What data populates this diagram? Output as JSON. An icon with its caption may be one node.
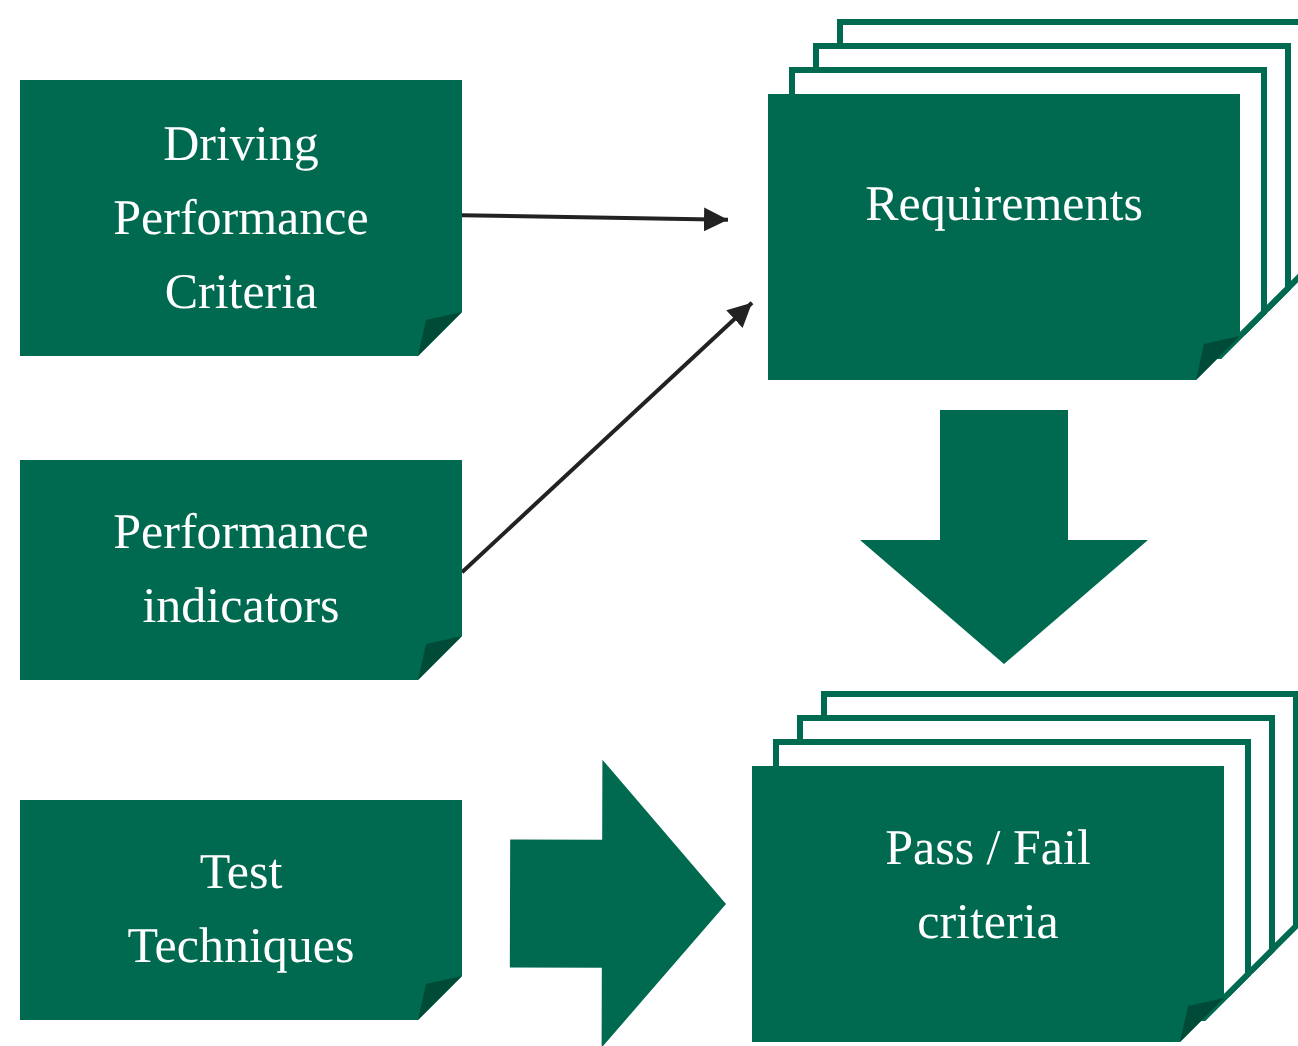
{
  "diagram": {
    "nodes": [
      {
        "text": [
          "Driving Performance Criteria"
        ]
      },
      {
        "text": [
          "Performance indicators"
        ]
      },
      {
        "text": [
          "Test Techniques"
        ]
      },
      {
        "text": [
          "Requirements"
        ]
      },
      {
        "text": [
          "Pass / Fail criteria"
        ]
      }
    ],
    "edges": [
      {
        "from": 0,
        "to": 3,
        "arrow": "to"
      },
      {
        "from": 1,
        "to": 3,
        "arrow": "to"
      },
      {
        "from": 3,
        "to": 4,
        "arrow": "to",
        "style": "thick",
        "color": "#006a51"
      },
      {
        "from": 2,
        "to": 4,
        "arrow": "to",
        "style": "thick",
        "color": "#006a51"
      }
    ]
  }
}
